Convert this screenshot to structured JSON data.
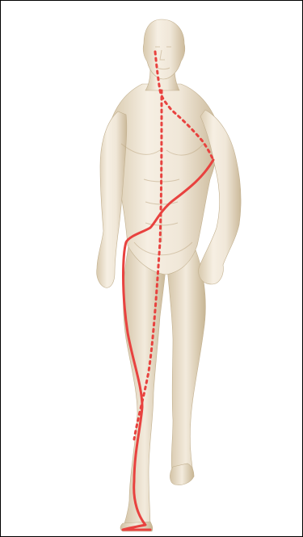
{
  "figure": {
    "subject": "human-body-meridian-diagram",
    "colors": {
      "background": "#ffffff",
      "frame": "#000000",
      "body_light": "#f4ede0",
      "body_mid": "#e6dac4",
      "body_shadow": "#c9b89b",
      "meridian": "#e8423f"
    },
    "paths": [
      {
        "name": "surface-meridian-path",
        "style": "solid"
      },
      {
        "name": "internal-meridian-path",
        "style": "dotted"
      }
    ]
  }
}
